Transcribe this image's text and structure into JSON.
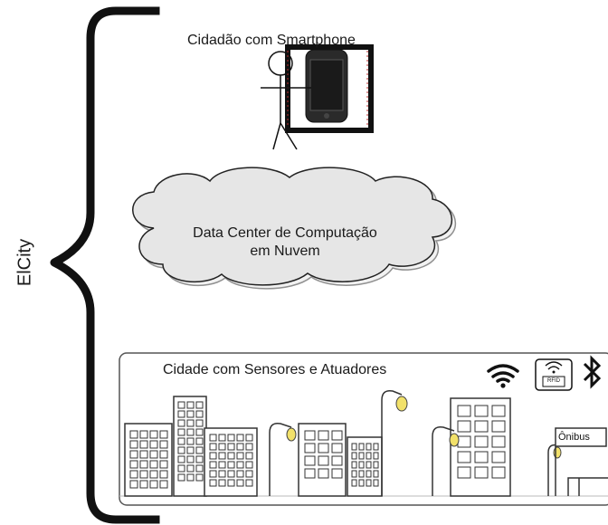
{
  "system_label": "ElCity",
  "citizen": {
    "label": "Cidadão com Smartphone"
  },
  "cloud": {
    "line1": "Data Center de Computação",
    "line2": "em Nuvem"
  },
  "city": {
    "label": "Cidade com Sensores e Atuadores",
    "connectivity_icons": [
      "wifi-icon",
      "rfid-icon",
      "bluetooth-icon"
    ],
    "rfid_text": "RFID",
    "bus_stop_sign": "Ônibus"
  },
  "colors": {
    "cloud_fill": "#e6e6e6",
    "lamp_bulb": "#f2e16a",
    "phone_body": "#2a2a2a"
  }
}
